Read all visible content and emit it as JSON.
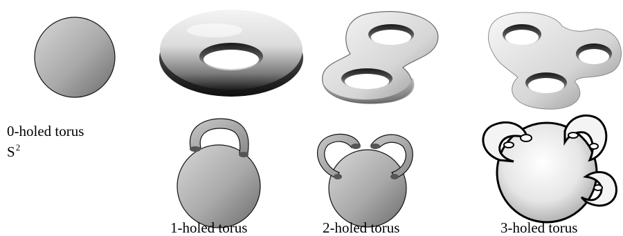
{
  "labels": {
    "genus0": "0-holed torus",
    "sphere_symbol": "S",
    "sphere_exponent": "2",
    "genus1": "1-holed torus",
    "genus2": "2-holed torus",
    "genus3": "3-holed torus"
  },
  "colors": {
    "disk_light": "#dcdcdc",
    "disk_dark": "#6e6e6e",
    "surface_light": "#fafafa",
    "surface_dark": "#3a3a3a",
    "outline": "#111111"
  }
}
